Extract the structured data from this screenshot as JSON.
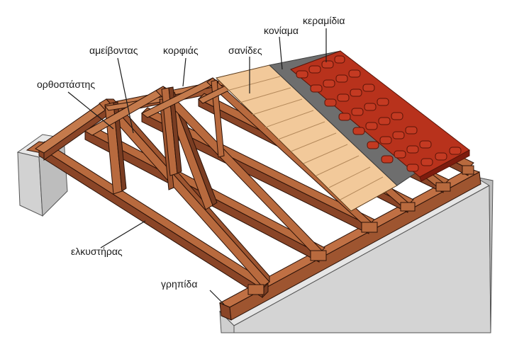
{
  "labels": {
    "orthostatis": "ορθοστάστης",
    "ameivontas": "αμείβοντας",
    "korfias": "κορφιάς",
    "sanides": "σανίδες",
    "koniama": "κονίαμα",
    "keramidia": "κεραμίδια",
    "elkystiras": "ελκυστήρας",
    "grypida": "γρηπίδα"
  },
  "colors": {
    "wood_light": "#b86a3e",
    "wood_mid": "#9e5530",
    "wood_dark": "#7a3d22",
    "outline": "#2b1208",
    "wall_top": "#e3e3e3",
    "wall_side": "#cfcfcf",
    "planks": "#f2c99a",
    "mortar": "#6e6e6e",
    "tile": "#b8321c",
    "tile_dark": "#7e1c0e",
    "leader": "#1a1a1a"
  }
}
